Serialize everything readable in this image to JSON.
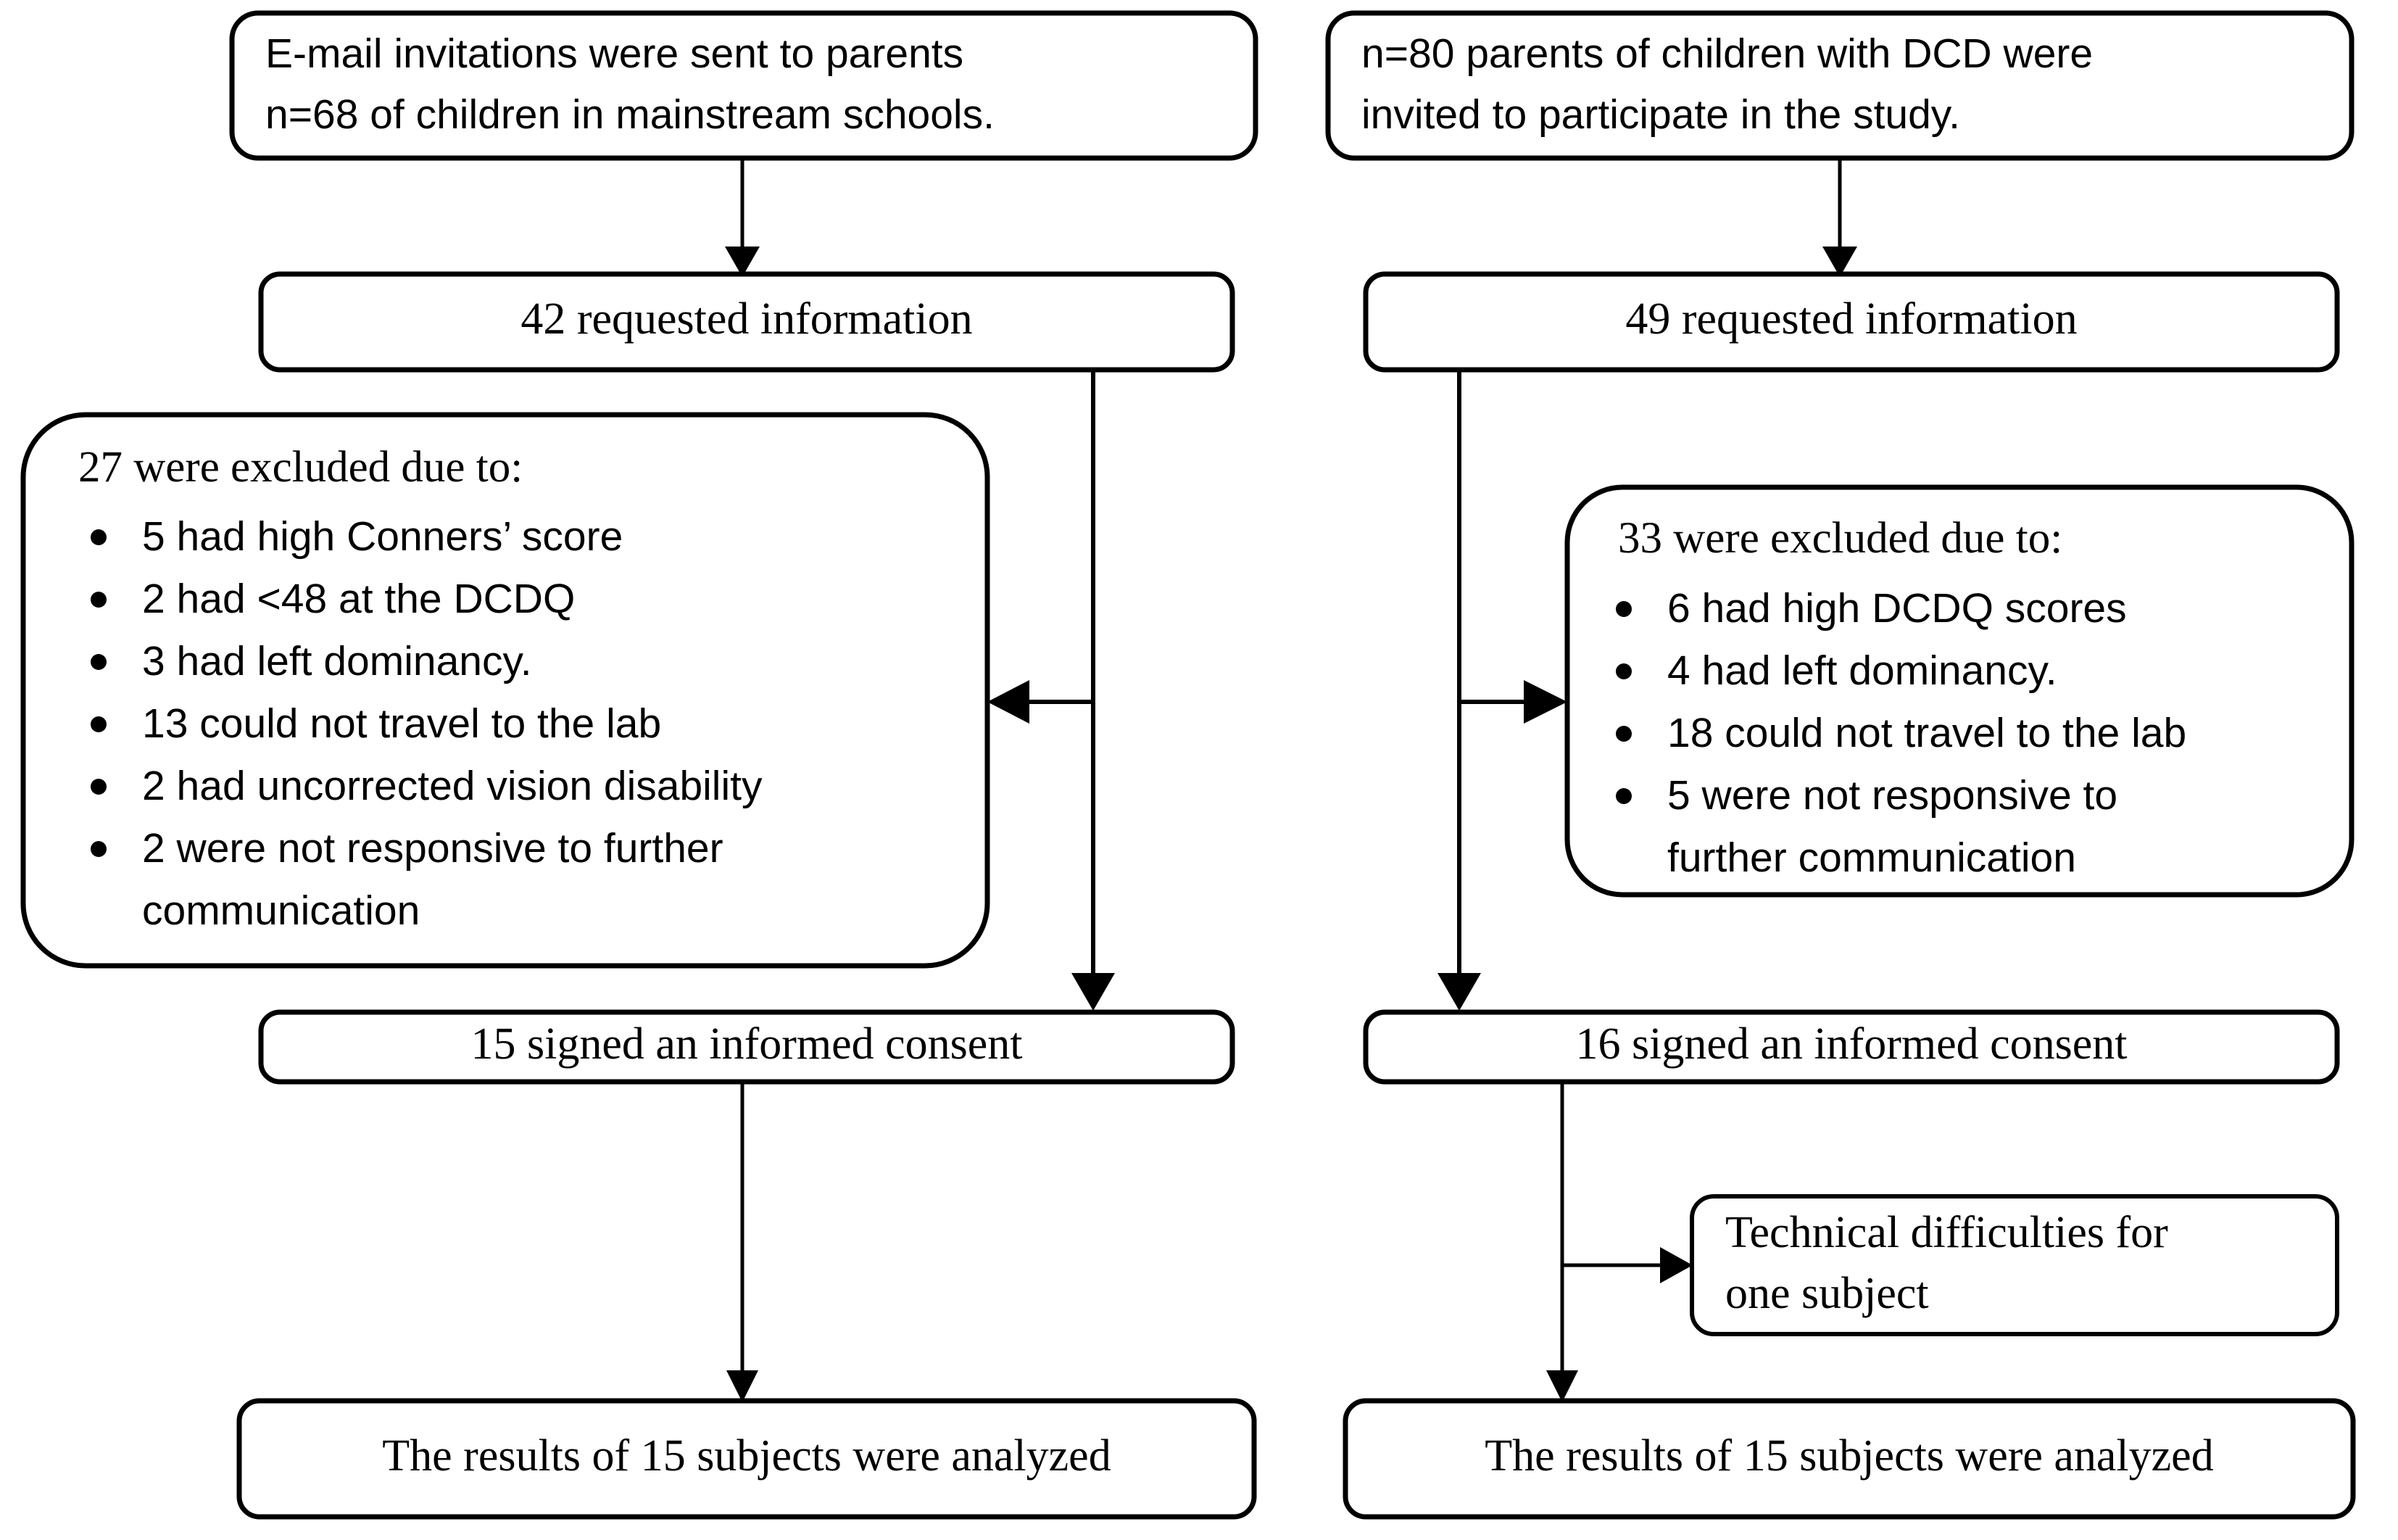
{
  "diagram": {
    "title": "Participant recruitment flow diagram",
    "type": "flowchart",
    "colors": {
      "background": "#ffffff",
      "stroke": "#000000",
      "text": "#000000"
    },
    "columns": [
      {
        "name": "typically-developing-column",
        "nodes": {
          "invitation": {
            "line1": "E-mail invitations were sent to parents",
            "line2": "n=68 of children in mainstream schools."
          },
          "requested": {
            "label": "42 requested information"
          },
          "excluded": {
            "header": "27 were excluded due to:",
            "items": [
              "5 had high Conners’ score",
              "2 had <48 at the DCDQ",
              "3 had left dominancy.",
              "13 could not travel to the lab",
              "2 had uncorrected vision disability",
              "2 were not responsive to further",
              "communication"
            ]
          },
          "consent": {
            "label": "15 signed an informed consent"
          },
          "analyzed": {
            "label": "The results of 15 subjects were analyzed"
          }
        }
      },
      {
        "name": "dcd-column",
        "nodes": {
          "invitation": {
            "line1": "n=80 parents of children with DCD were",
            "line2": "invited to participate in the study."
          },
          "requested": {
            "label": "49 requested information"
          },
          "excluded": {
            "header": "33 were excluded due to:",
            "items": [
              "6 had high DCDQ scores",
              "4 had left dominancy.",
              "18 could not travel to the lab",
              "5 were not responsive to",
              "further communication"
            ]
          },
          "consent": {
            "label": "16 signed an informed consent"
          },
          "technical": {
            "line1": "Technical difficulties for",
            "line2": "one subject"
          },
          "analyzed": {
            "label": "The results of 15 subjects were analyzed"
          }
        }
      }
    ],
    "bullet_glyph": "•"
  }
}
